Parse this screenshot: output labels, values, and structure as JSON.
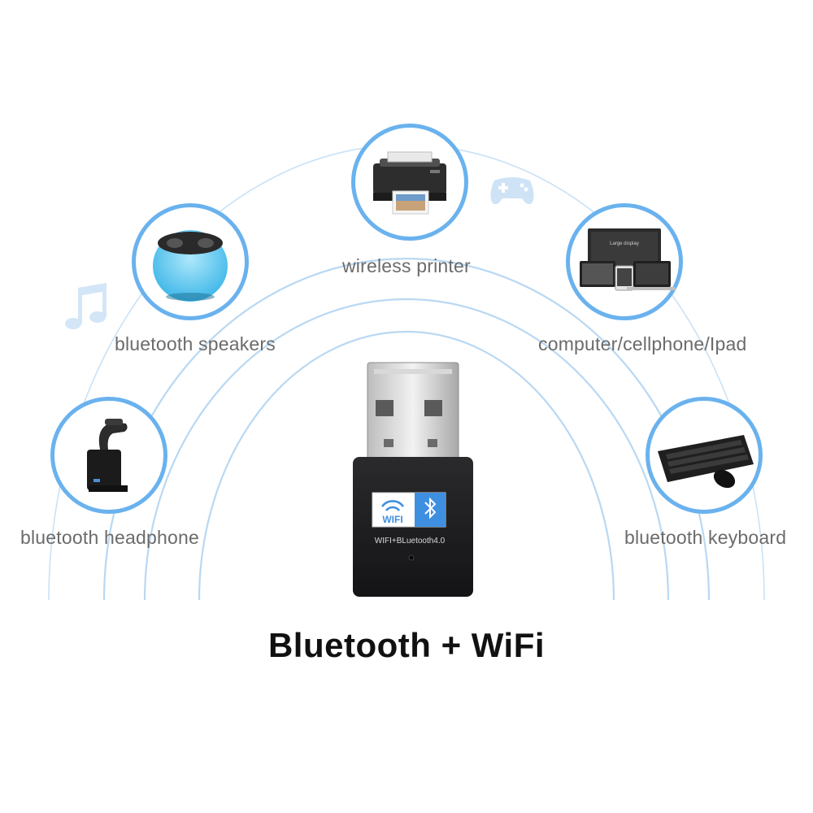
{
  "devices": {
    "printer": {
      "label": "wireless printer",
      "icon": "printer-icon"
    },
    "speakers": {
      "label": "bluetooth speakers",
      "icon": "speaker-icon"
    },
    "computer": {
      "label": "computer/cellphone/Ipad",
      "icon": "laptop-tablet-phone-icon",
      "screen_text": "Large display"
    },
    "headphone": {
      "label": "bluetooth headphone",
      "icon": "headset-icon"
    },
    "keyboard": {
      "label": "bluetooth keyboard",
      "icon": "keyboard-mouse-icon"
    }
  },
  "dongle": {
    "wifi_text": "WIFI",
    "model_text": "WIFI+BLuetooth4.0"
  },
  "title": "Bluetooth + WiFi",
  "colors": {
    "ring": "#a8cdf0",
    "circle_border": "#6ab2ee",
    "accent_blue": "#5aaee8",
    "dongle_body": "#1c1c1e"
  },
  "decor": {
    "music_note": "music-note-icon",
    "gamepad": "gamepad-icon"
  }
}
